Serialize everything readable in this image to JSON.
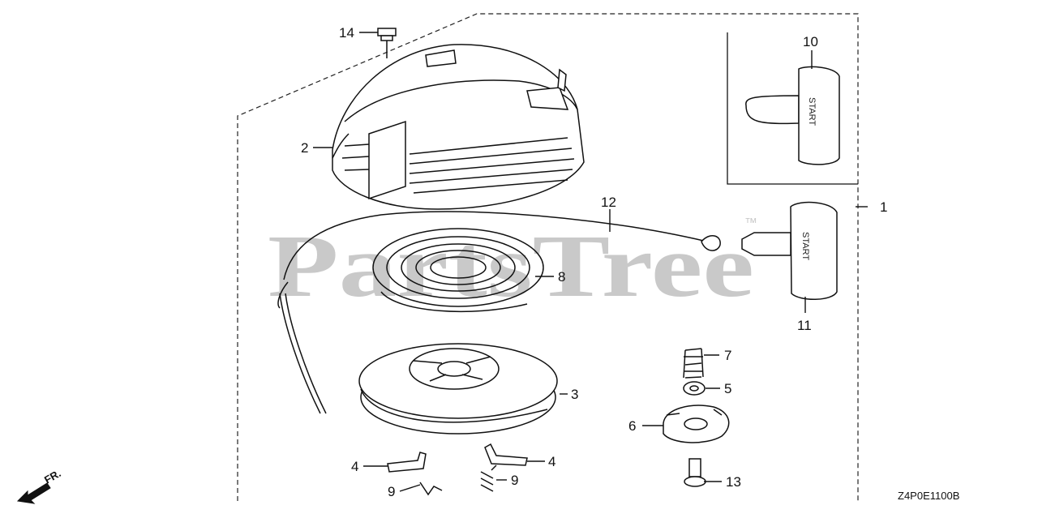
{
  "diagram": {
    "watermark": "PartsTree",
    "trademark": "™",
    "drawing_code": "Z4P0E1100B",
    "direction_label": "FR.",
    "knob_text_inset": "START",
    "knob_text_main": "START",
    "callouts": {
      "c1": "1",
      "c2": "2",
      "c3": "3",
      "c4a": "4",
      "c4b": "4",
      "c5": "5",
      "c6": "6",
      "c7": "7",
      "c8": "8",
      "c9a": "9",
      "c9b": "9",
      "c10": "10",
      "c11": "11",
      "c12": "12",
      "c13": "13",
      "c14": "14"
    }
  }
}
